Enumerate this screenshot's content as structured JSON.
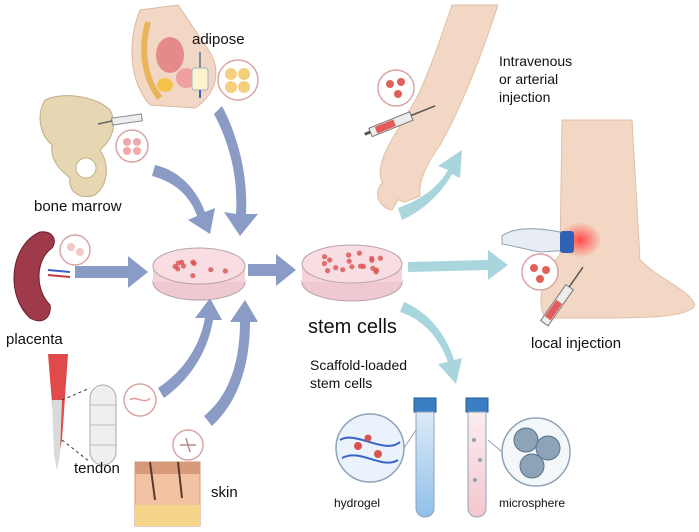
{
  "sources": {
    "adipose": "adipose",
    "bone_marrow": "bone marrow",
    "placenta": "placenta",
    "tendon": "tendon",
    "skin": "skin"
  },
  "center": {
    "stem_cells": "stem cells"
  },
  "delivery": {
    "iv_line1": "Intravenous",
    "iv_line2": "or arterial",
    "iv_line3": "injection",
    "local": "local injection",
    "scaffold_line1": "Scaffold-loaded",
    "scaffold_line2": "stem cells",
    "hydrogel": "hydrogel",
    "microsphere": "microsphere"
  },
  "colors": {
    "arrow_blue": "#8A9CC6",
    "arrow_teal": "#A9D6DC",
    "dish_pink": "#F6D3DA",
    "cell_red": "#D9534F",
    "skin_tone": "#F2D8C4",
    "bone": "#E6D6B2"
  }
}
